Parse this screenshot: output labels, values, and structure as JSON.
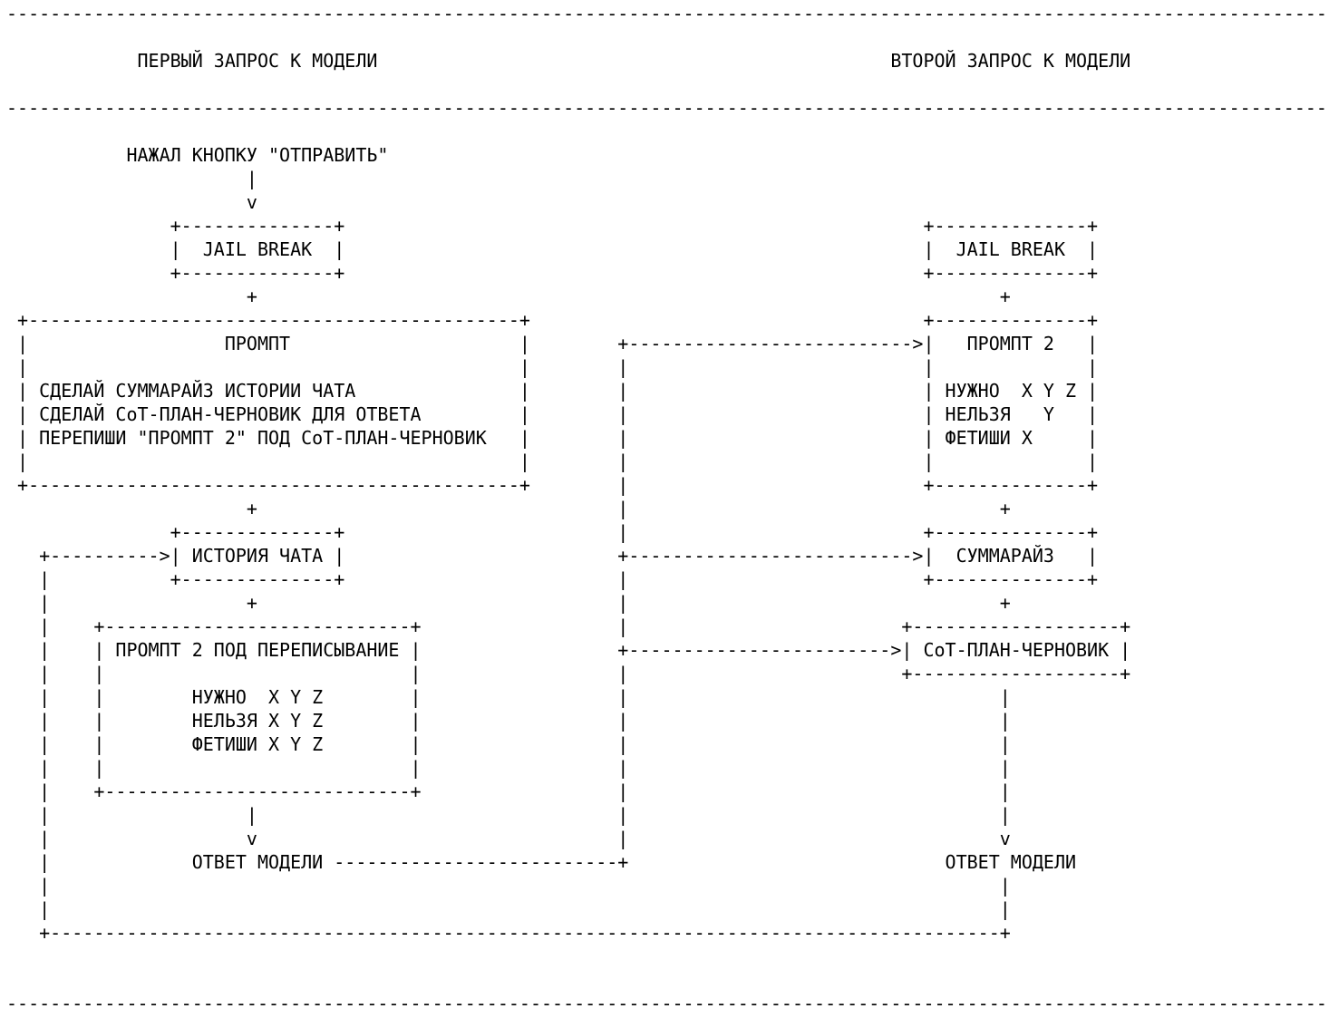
{
  "colors": {
    "text": "#000000",
    "background": "#ffffff"
  },
  "diagram": {
    "width": 121,
    "rows": [
      [
        [
          0,
          "-",
          121
        ]
      ],
      [],
      [
        [
          12,
          "ПЕРВЫЙ ЗАПРОС К МОДЕЛИ"
        ],
        [
          81,
          "ВТОРОЙ ЗАПРОС К МОДЕЛИ"
        ]
      ],
      [],
      [
        [
          0,
          "-",
          121
        ]
      ],
      [],
      [
        [
          11,
          "НАЖАЛ КНОПКУ \"ОТПРАВИТЬ\""
        ]
      ],
      [
        [
          22,
          "|"
        ]
      ],
      [
        [
          22,
          "v"
        ]
      ],
      [
        [
          15,
          "+"
        ],
        [
          16,
          "-",
          14
        ],
        [
          30,
          "+"
        ],
        [
          84,
          "+"
        ],
        [
          85,
          "-",
          14
        ],
        [
          99,
          "+"
        ]
      ],
      [
        [
          15,
          "|"
        ],
        [
          18,
          "JAIL BREAK"
        ],
        [
          30,
          "|"
        ],
        [
          84,
          "|"
        ],
        [
          87,
          "JAIL BREAK"
        ],
        [
          99,
          "|"
        ]
      ],
      [
        [
          15,
          "+"
        ],
        [
          16,
          "-",
          14
        ],
        [
          30,
          "+"
        ],
        [
          84,
          "+"
        ],
        [
          85,
          "-",
          14
        ],
        [
          99,
          "+"
        ]
      ],
      [
        [
          22,
          "+"
        ],
        [
          91,
          "+"
        ]
      ],
      [
        [
          1,
          "+"
        ],
        [
          2,
          "-",
          45
        ],
        [
          47,
          "+"
        ],
        [
          84,
          "+"
        ],
        [
          85,
          "-",
          14
        ],
        [
          99,
          "+"
        ]
      ],
      [
        [
          1,
          "|"
        ],
        [
          20,
          "ПРОМПТ"
        ],
        [
          47,
          "|"
        ],
        [
          56,
          "+"
        ],
        [
          57,
          "-",
          26
        ],
        [
          83,
          ">"
        ],
        [
          84,
          "|"
        ],
        [
          88,
          "ПРОМПТ 2"
        ],
        [
          99,
          "|"
        ]
      ],
      [
        [
          1,
          "|"
        ],
        [
          47,
          "|"
        ],
        [
          56,
          "|"
        ],
        [
          84,
          "|"
        ],
        [
          99,
          "|"
        ]
      ],
      [
        [
          1,
          "|"
        ],
        [
          3,
          "СДЕЛАЙ СУММАРАЙЗ ИСТОРИИ ЧАТА"
        ],
        [
          47,
          "|"
        ],
        [
          56,
          "|"
        ],
        [
          84,
          "|"
        ],
        [
          86,
          "НУЖНО"
        ],
        [
          93,
          "X Y Z"
        ],
        [
          99,
          "|"
        ]
      ],
      [
        [
          1,
          "|"
        ],
        [
          3,
          "СДЕЛАЙ СоТ-ПЛАН-ЧЕРНОВИК ДЛЯ ОТВЕТА"
        ],
        [
          47,
          "|"
        ],
        [
          56,
          "|"
        ],
        [
          84,
          "|"
        ],
        [
          86,
          "НЕЛЬЗЯ"
        ],
        [
          95,
          "Y"
        ],
        [
          99,
          "|"
        ]
      ],
      [
        [
          1,
          "|"
        ],
        [
          3,
          "ПЕРЕПИШИ \"ПРОМПТ 2\" ПОД СоТ-ПЛАН-ЧЕРНОВИК"
        ],
        [
          47,
          "|"
        ],
        [
          56,
          "|"
        ],
        [
          84,
          "|"
        ],
        [
          86,
          "ФЕТИШИ X"
        ],
        [
          99,
          "|"
        ]
      ],
      [
        [
          1,
          "|"
        ],
        [
          47,
          "|"
        ],
        [
          56,
          "|"
        ],
        [
          84,
          "|"
        ],
        [
          99,
          "|"
        ]
      ],
      [
        [
          1,
          "+"
        ],
        [
          2,
          "-",
          45
        ],
        [
          47,
          "+"
        ],
        [
          56,
          "|"
        ],
        [
          84,
          "+"
        ],
        [
          85,
          "-",
          14
        ],
        [
          99,
          "+"
        ]
      ],
      [
        [
          22,
          "+"
        ],
        [
          56,
          "|"
        ],
        [
          91,
          "+"
        ]
      ],
      [
        [
          15,
          "+"
        ],
        [
          16,
          "-",
          14
        ],
        [
          30,
          "+"
        ],
        [
          56,
          "|"
        ],
        [
          84,
          "+"
        ],
        [
          85,
          "-",
          14
        ],
        [
          99,
          "+"
        ]
      ],
      [
        [
          3,
          "+"
        ],
        [
          4,
          "-",
          10
        ],
        [
          14,
          ">"
        ],
        [
          15,
          "|"
        ],
        [
          17,
          "ИСТОРИЯ ЧАТА"
        ],
        [
          30,
          "|"
        ],
        [
          56,
          "+"
        ],
        [
          57,
          "-",
          26
        ],
        [
          83,
          ">"
        ],
        [
          84,
          "|"
        ],
        [
          87,
          "СУММАРАЙЗ"
        ],
        [
          99,
          "|"
        ]
      ],
      [
        [
          3,
          "|"
        ],
        [
          15,
          "+"
        ],
        [
          16,
          "-",
          14
        ],
        [
          30,
          "+"
        ],
        [
          56,
          "|"
        ],
        [
          84,
          "+"
        ],
        [
          85,
          "-",
          14
        ],
        [
          99,
          "+"
        ]
      ],
      [
        [
          3,
          "|"
        ],
        [
          22,
          "+"
        ],
        [
          56,
          "|"
        ],
        [
          91,
          "+"
        ]
      ],
      [
        [
          3,
          "|"
        ],
        [
          8,
          "+"
        ],
        [
          9,
          "-",
          28
        ],
        [
          37,
          "+"
        ],
        [
          56,
          "|"
        ],
        [
          82,
          "+"
        ],
        [
          83,
          "-",
          19
        ],
        [
          102,
          "+"
        ]
      ],
      [
        [
          3,
          "|"
        ],
        [
          8,
          "|"
        ],
        [
          10,
          "ПРОМПТ 2 ПОД ПЕРЕПИСЫВАНИЕ"
        ],
        [
          37,
          "|"
        ],
        [
          56,
          "+"
        ],
        [
          57,
          "-",
          24
        ],
        [
          81,
          ">"
        ],
        [
          82,
          "|"
        ],
        [
          84,
          "СоТ-ПЛАН-ЧЕРНОВИК"
        ],
        [
          102,
          "|"
        ]
      ],
      [
        [
          3,
          "|"
        ],
        [
          8,
          "|"
        ],
        [
          37,
          "|"
        ],
        [
          56,
          "|"
        ],
        [
          82,
          "+"
        ],
        [
          83,
          "-",
          19
        ],
        [
          102,
          "+"
        ]
      ],
      [
        [
          3,
          "|"
        ],
        [
          8,
          "|"
        ],
        [
          17,
          "НУЖНО"
        ],
        [
          24,
          "X Y Z"
        ],
        [
          37,
          "|"
        ],
        [
          56,
          "|"
        ],
        [
          91,
          "|"
        ]
      ],
      [
        [
          3,
          "|"
        ],
        [
          8,
          "|"
        ],
        [
          17,
          "НЕЛЬЗЯ X Y Z"
        ],
        [
          37,
          "|"
        ],
        [
          56,
          "|"
        ],
        [
          91,
          "|"
        ]
      ],
      [
        [
          3,
          "|"
        ],
        [
          8,
          "|"
        ],
        [
          17,
          "ФЕТИШИ X Y Z"
        ],
        [
          37,
          "|"
        ],
        [
          56,
          "|"
        ],
        [
          91,
          "|"
        ]
      ],
      [
        [
          3,
          "|"
        ],
        [
          8,
          "|"
        ],
        [
          37,
          "|"
        ],
        [
          56,
          "|"
        ],
        [
          91,
          "|"
        ]
      ],
      [
        [
          3,
          "|"
        ],
        [
          8,
          "+"
        ],
        [
          9,
          "-",
          28
        ],
        [
          37,
          "+"
        ],
        [
          56,
          "|"
        ],
        [
          91,
          "|"
        ]
      ],
      [
        [
          3,
          "|"
        ],
        [
          22,
          "|"
        ],
        [
          56,
          "|"
        ],
        [
          91,
          "|"
        ]
      ],
      [
        [
          3,
          "|"
        ],
        [
          22,
          "v"
        ],
        [
          56,
          "|"
        ],
        [
          91,
          "v"
        ]
      ],
      [
        [
          3,
          "|"
        ],
        [
          17,
          "ОТВЕТ МОДЕЛИ"
        ],
        [
          30,
          "-",
          26
        ],
        [
          56,
          "+"
        ],
        [
          86,
          "ОТВЕТ МОДЕЛИ"
        ]
      ],
      [
        [
          3,
          "|"
        ],
        [
          91,
          "|"
        ]
      ],
      [
        [
          3,
          "|"
        ],
        [
          91,
          "|"
        ]
      ],
      [
        [
          3,
          "+"
        ],
        [
          4,
          "-",
          87
        ],
        [
          91,
          "+"
        ]
      ],
      [],
      [],
      [
        [
          0,
          "-",
          121
        ]
      ]
    ]
  }
}
